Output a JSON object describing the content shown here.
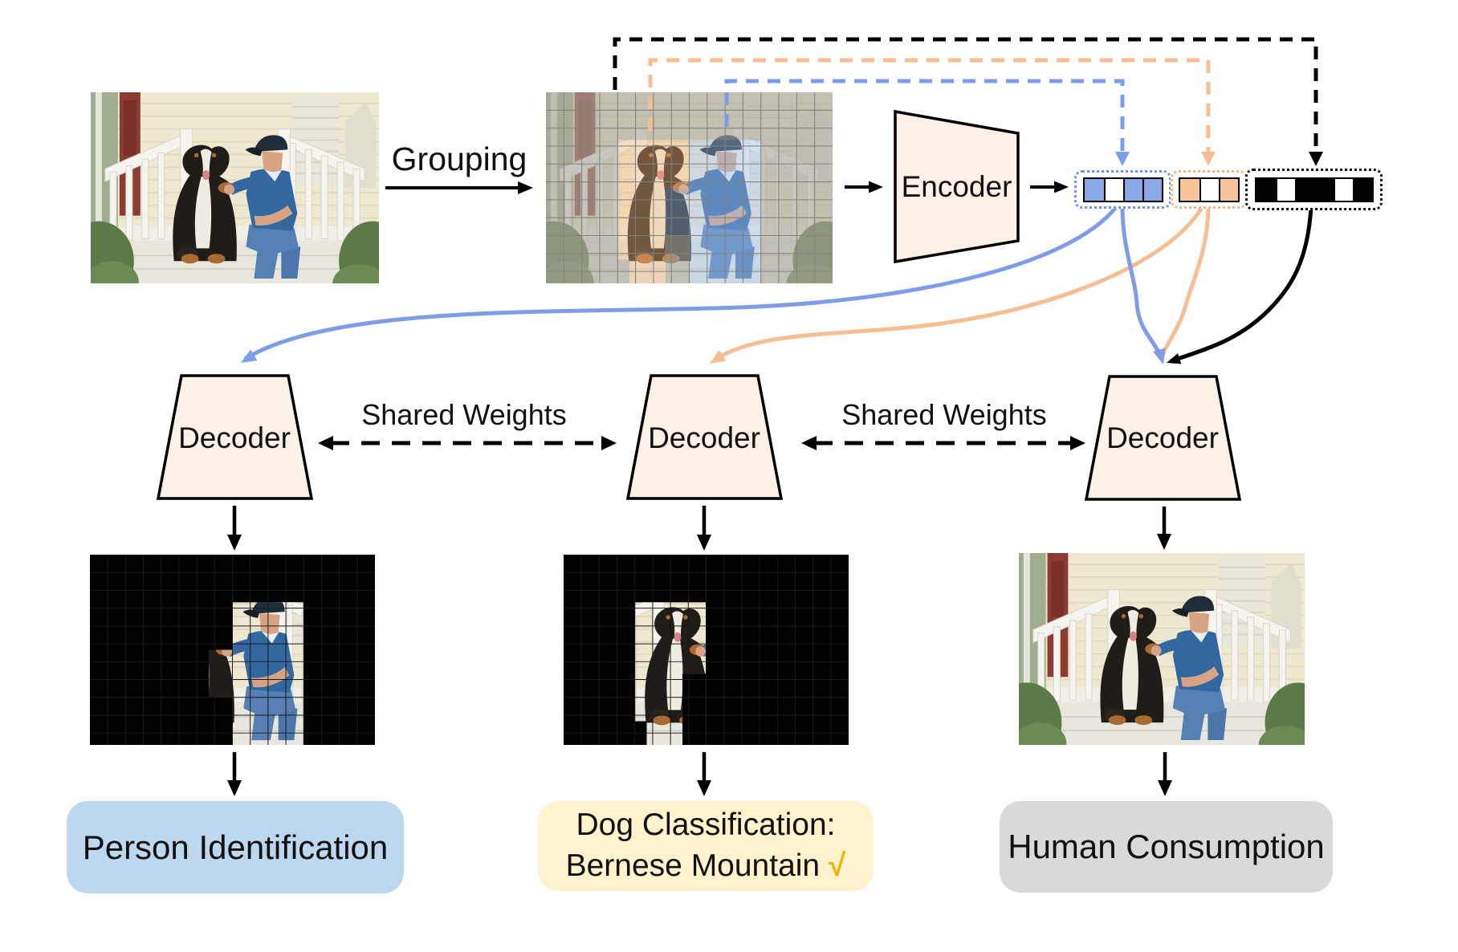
{
  "figure": {
    "grouping_label": "Grouping",
    "encoder_label": "Encoder",
    "decoders": {
      "left": "Decoder",
      "middle": "Decoder",
      "right": "Decoder"
    },
    "shared_weights": {
      "left": "Shared Weights",
      "right": "Shared Weights"
    },
    "task_labels": {
      "person": {
        "text": "Person Identification",
        "bg": "#BDD7EE"
      },
      "dog": {
        "line1": "Dog Classification:",
        "line2": "Bernese Mountain",
        "check_mark": "√",
        "check_color": "#F2B200",
        "bg": "#FFF2CC"
      },
      "human": {
        "text": "Human Consumption",
        "bg": "#D9D9D9"
      }
    },
    "tokens": {
      "person_token": {
        "pattern": [
          1,
          0,
          1,
          1
        ],
        "fill": "#8CA7E8",
        "border": "#6E93E6"
      },
      "dog_token": {
        "pattern": [
          1,
          0,
          1
        ],
        "fill": "#F8C49A",
        "border": "#F3B683"
      },
      "image_token": {
        "pattern": [
          1,
          0,
          1,
          1,
          0,
          1
        ],
        "fill": "#000000",
        "border": "#111111"
      }
    },
    "accents": {
      "blue": "#7D9DE8",
      "orange": "#F6BE92",
      "black": "#000000",
      "shape_fill": "#FBF1E6"
    }
  }
}
